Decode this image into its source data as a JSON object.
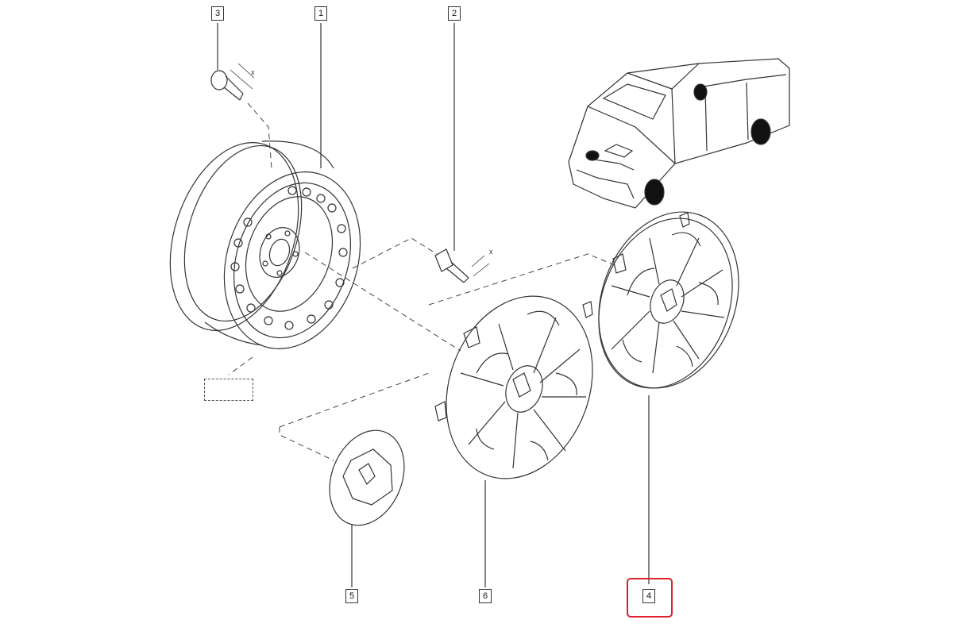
{
  "callouts": [
    {
      "id": "3",
      "part": "valve"
    },
    {
      "id": "1",
      "part": "steel-wheel-rim"
    },
    {
      "id": "2",
      "part": "wheel-bolt"
    },
    {
      "id": "5",
      "part": "center-cap"
    },
    {
      "id": "6",
      "part": "wheel-trim-front"
    },
    {
      "id": "4",
      "part": "wheel-trim-rear",
      "highlighted": true
    }
  ],
  "dimension_marks": {
    "valve": "x",
    "bolt": "x"
  },
  "colors": {
    "line": "#333333",
    "highlight": "#e0202e",
    "van_accent": "#111111"
  }
}
